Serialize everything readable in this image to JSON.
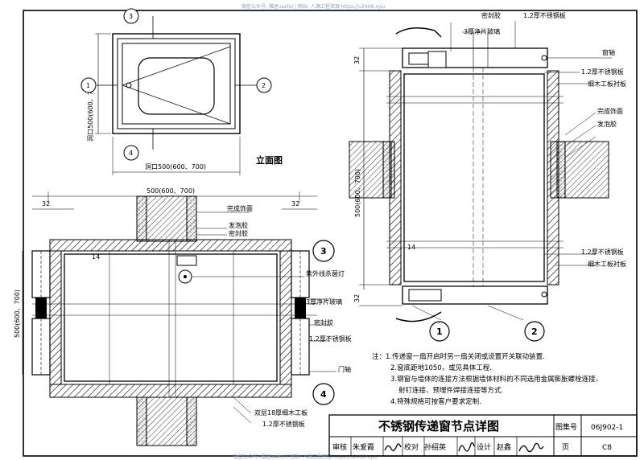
{
  "watermark_top": "微信公众号: 雅居useful | 网站: 人满工程资源 https://u2468.xyz/",
  "watermark_bottom": "微信公众号: 雅居useful | 网站: 人满工程资源 https://u2468.xyz/",
  "elevation": {
    "title": "立面图",
    "width_dim": "洞口500(600、700)",
    "height_dim": "洞口500(600、700)",
    "markers": [
      "1",
      "2",
      "3",
      "4"
    ]
  },
  "plan": {
    "top_dim": "500(600、700)",
    "side_dim": "500(600、700)",
    "dim_32_left": "32",
    "dim_32_right": "32",
    "dim_14": "14",
    "labels": {
      "finish": "完成饰面",
      "foam": "发泡胶",
      "sealant_top": "密封胶",
      "uv_lamp": "紫外线杀菌灯",
      "glass": "3厚净片玻璃",
      "sealant": "密封胶",
      "steel": "1.2厚不锈钢板",
      "hinge": "门轴",
      "wood_board": "双层18厚细木工板",
      "steel_bottom": "1.2厚不锈钢板"
    },
    "circle_3": "3",
    "circle_4": "4"
  },
  "section": {
    "labels": {
      "sealant": "密封胶",
      "steel_top": "1.2厚不锈钢板",
      "glass": "3厚净片玻璃",
      "axis": "窗轴",
      "steel_right": "1.2厚不锈钢板",
      "wood_lining": "细木工板衬板",
      "finish": "完成饰面",
      "foam": "发泡胶",
      "steel_lower": "1.2厚不锈钢板",
      "wood_lower": "细木工板衬板"
    },
    "side_dim": "500(600、700)",
    "dim_32_top": "32",
    "dim_32_bottom": "32",
    "dim_14": "14",
    "circle_1": "1",
    "circle_2": "2"
  },
  "notes": [
    "注：1.传递窗一扇开启时另一扇关闭或设置开关联动装置.",
    "2.窗底距地1050，或见具体工程.",
    "3.钢窗与墙体的连接方法根据墙体材料的不同选用金属膨胀螺栓连接、",
    "射钉连接、预埋件焊接连接等方式.",
    "4.特殊规格可按客户要求定制."
  ],
  "title_block": {
    "title": "不锈钢传递窗节点详图",
    "atlas_label": "图集号",
    "atlas_no": "06J902-1",
    "review_label": "审核",
    "reviewer": "朱爱霞",
    "check_label": "校对",
    "checker": "孙绍英",
    "design_label": "设计",
    "designer": "赵鑫",
    "page_label": "页",
    "page_no": "C8"
  }
}
